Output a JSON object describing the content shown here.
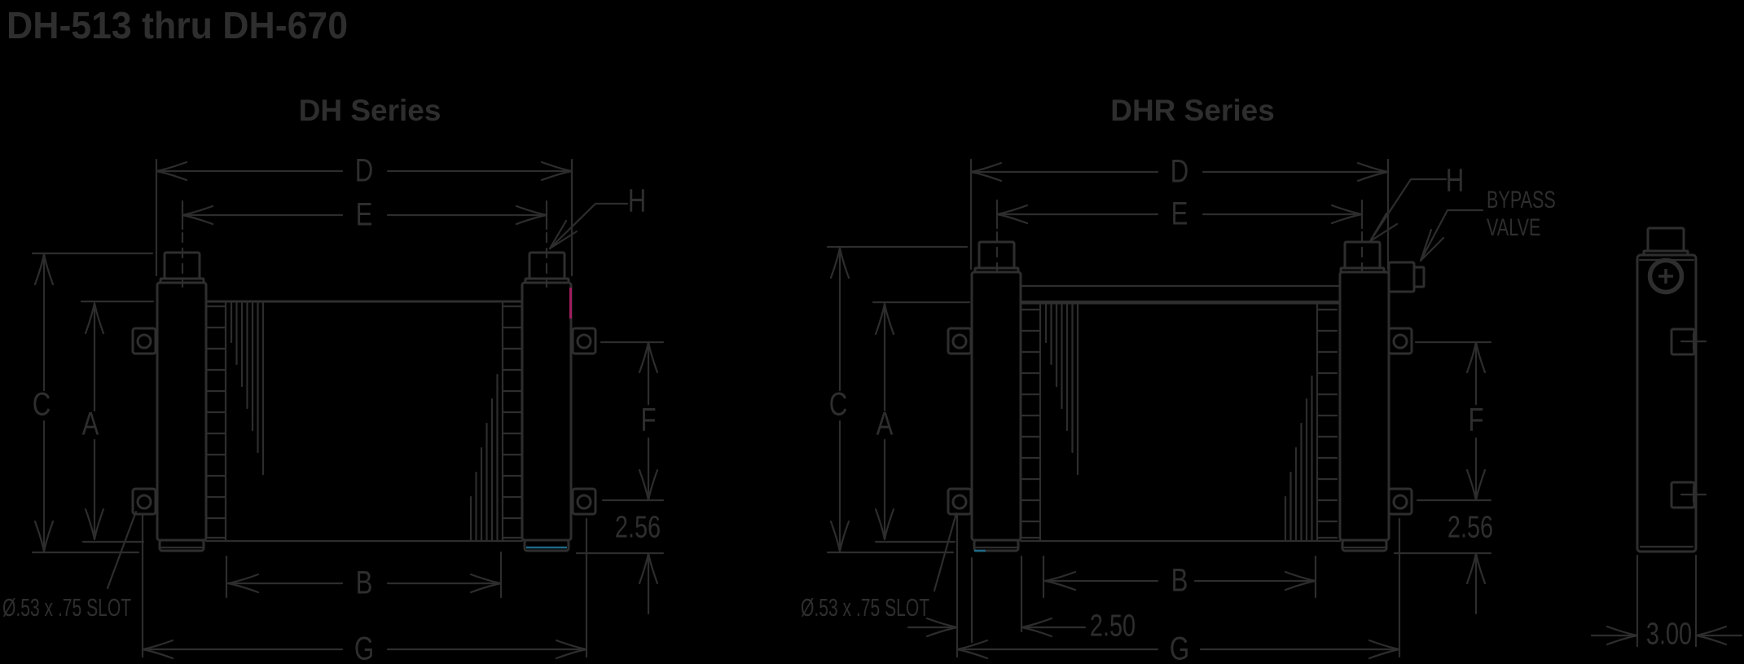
{
  "page": {
    "background": "#000000",
    "ink": "#2d2d2d",
    "artifact_magenta": "#a21d5f",
    "artifact_cyan": "#1d6a85"
  },
  "title": "DH-513 thru DH-670",
  "dh": {
    "title": "DH Series",
    "dims": {
      "d": "D",
      "e": "E",
      "h": "H",
      "c": "C",
      "a": "A",
      "f": "F",
      "b": "B",
      "g": "G",
      "foot_offset": "2.56"
    },
    "slot_callout": "Ø.53 x .75 SLOT"
  },
  "dhr": {
    "title": "DHR Series",
    "dims": {
      "d": "D",
      "e": "E",
      "h": "H",
      "c": "C",
      "a": "A",
      "f": "F",
      "b": "B",
      "g": "G",
      "foot_offset": "2.56",
      "mount_offset": "2.50"
    },
    "bypass_line1": "BYPASS",
    "bypass_line2": "VALVE",
    "slot_callout": "Ø.53 x .75 SLOT"
  },
  "side_view": {
    "depth_dim": "3.00"
  }
}
